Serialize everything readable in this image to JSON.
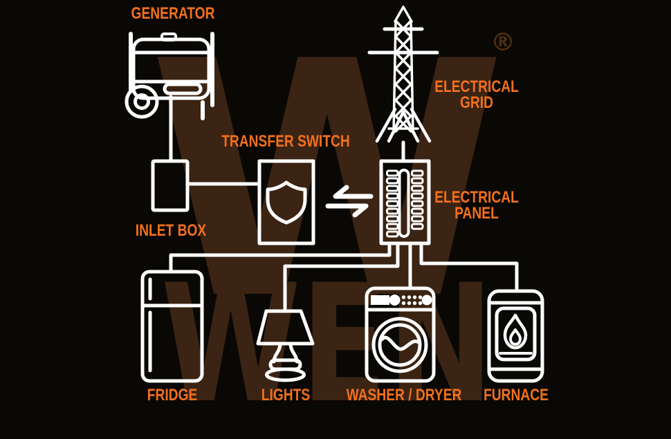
{
  "diagram_title_implicit": "Generator transfer switch power flow diagram",
  "colors": {
    "background": "#0A0805",
    "accent_orange": "#F2701D",
    "line_white": "#FFFFFF",
    "watermark_brown": "#3B2413",
    "registered_brown": "#4E2D10"
  },
  "watermark": {
    "monogram": "W",
    "wordmark": "WEN",
    "registered_mark": "®"
  },
  "nodes": {
    "generator": {
      "label": "GENERATOR"
    },
    "electrical_grid": {
      "label_line1": "ELECTRICAL",
      "label_line2": "GRID"
    },
    "transfer_switch": {
      "label": "TRANSFER SWITCH"
    },
    "inlet_box": {
      "label": "INLET BOX"
    },
    "electrical_panel": {
      "label_line1": "ELECTRICAL",
      "label_line2": "PANEL"
    },
    "fridge": {
      "label": "FRIDGE"
    },
    "lights": {
      "label": "LIGHTS"
    },
    "washer_dryer": {
      "label": "WASHER / DRYER"
    },
    "furnace": {
      "label": "FURNACE"
    }
  },
  "edges": [
    {
      "from": "generator",
      "to": "inlet_box"
    },
    {
      "from": "inlet_box",
      "to": "transfer_switch"
    },
    {
      "from": "transfer_switch",
      "to": "electrical_panel",
      "style": "bidirectional-arrows"
    },
    {
      "from": "electrical_grid",
      "to": "electrical_panel"
    },
    {
      "from": "electrical_panel",
      "to": "fridge"
    },
    {
      "from": "electrical_panel",
      "to": "lights"
    },
    {
      "from": "electrical_panel",
      "to": "washer_dryer"
    },
    {
      "from": "electrical_panel",
      "to": "furnace"
    }
  ]
}
